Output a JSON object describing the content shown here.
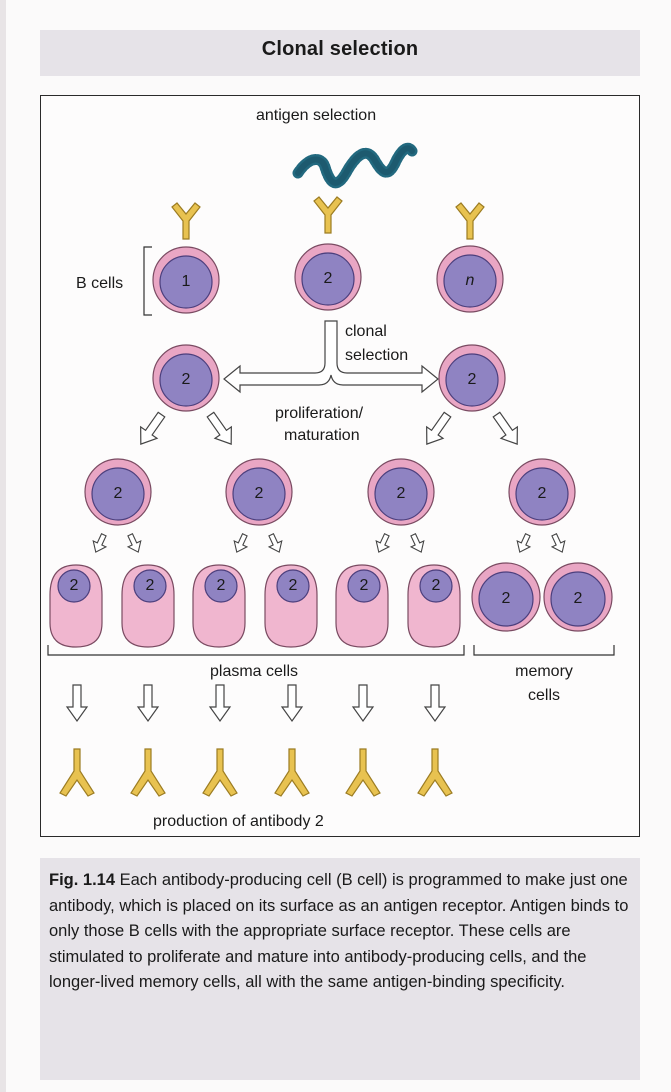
{
  "title": "Clonal selection",
  "labels": {
    "antigen_selection": "antigen selection",
    "b_cells": "B cells",
    "clonal_selection_line1": "clonal",
    "clonal_selection_line2": "selection",
    "proliferation_line1": "proliferation/",
    "proliferation_line2": "maturation",
    "plasma_cells": "plasma cells",
    "memory_line1": "memory",
    "memory_line2": "cells",
    "production": "production of antibody 2"
  },
  "b_cells": [
    {
      "label": "1"
    },
    {
      "label": "2"
    },
    {
      "label": "n"
    }
  ],
  "clone_label": "2",
  "colors": {
    "membrane": "#e9a6c4",
    "nucleus": "#8f83c2",
    "antibody": "#e8c250",
    "antigen": "#22697f",
    "caption_bg": "#e6e3e8"
  },
  "caption": {
    "fig": "Fig. 1.14",
    "text": "Each antibody-producing cell (B cell) is programmed to make just one antibody, which is placed on its surface as an antigen receptor. Antigen binds to only those B cells with the appropriate surface receptor. These cells are stimulated to proliferate and mature into antibody-producing cells, and the longer-lived memory cells, all with the same antigen-binding specificity."
  }
}
